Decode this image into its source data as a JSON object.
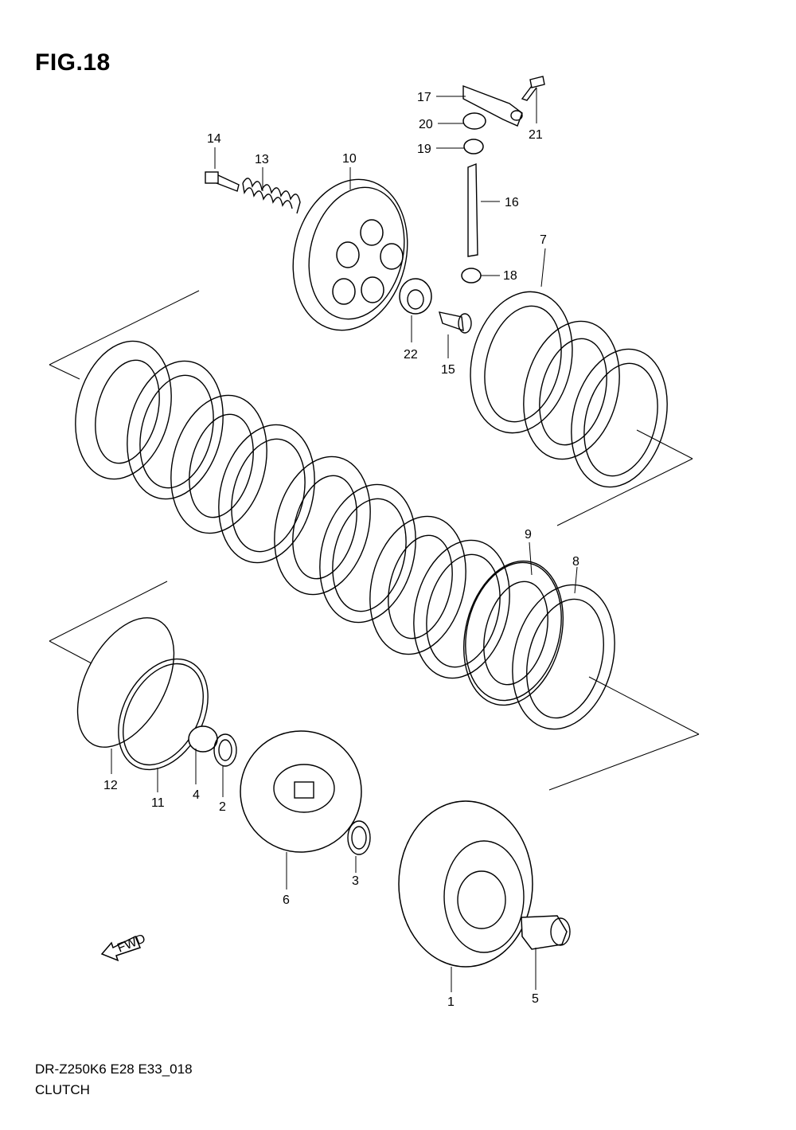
{
  "figure": {
    "title": "FIG.18",
    "model_code": "DR-Z250K6 E28 E33_018",
    "section_name": "CLUTCH",
    "fwd_label": "FWD"
  },
  "parts": [
    {
      "ref": "1"
    },
    {
      "ref": "2"
    },
    {
      "ref": "3"
    },
    {
      "ref": "4"
    },
    {
      "ref": "5"
    },
    {
      "ref": "6"
    },
    {
      "ref": "7"
    },
    {
      "ref": "8"
    },
    {
      "ref": "9"
    },
    {
      "ref": "10"
    },
    {
      "ref": "11"
    },
    {
      "ref": "12"
    },
    {
      "ref": "13"
    },
    {
      "ref": "14"
    },
    {
      "ref": "15"
    },
    {
      "ref": "16"
    },
    {
      "ref": "17"
    },
    {
      "ref": "18"
    },
    {
      "ref": "19"
    },
    {
      "ref": "20"
    },
    {
      "ref": "21"
    },
    {
      "ref": "22"
    }
  ]
}
